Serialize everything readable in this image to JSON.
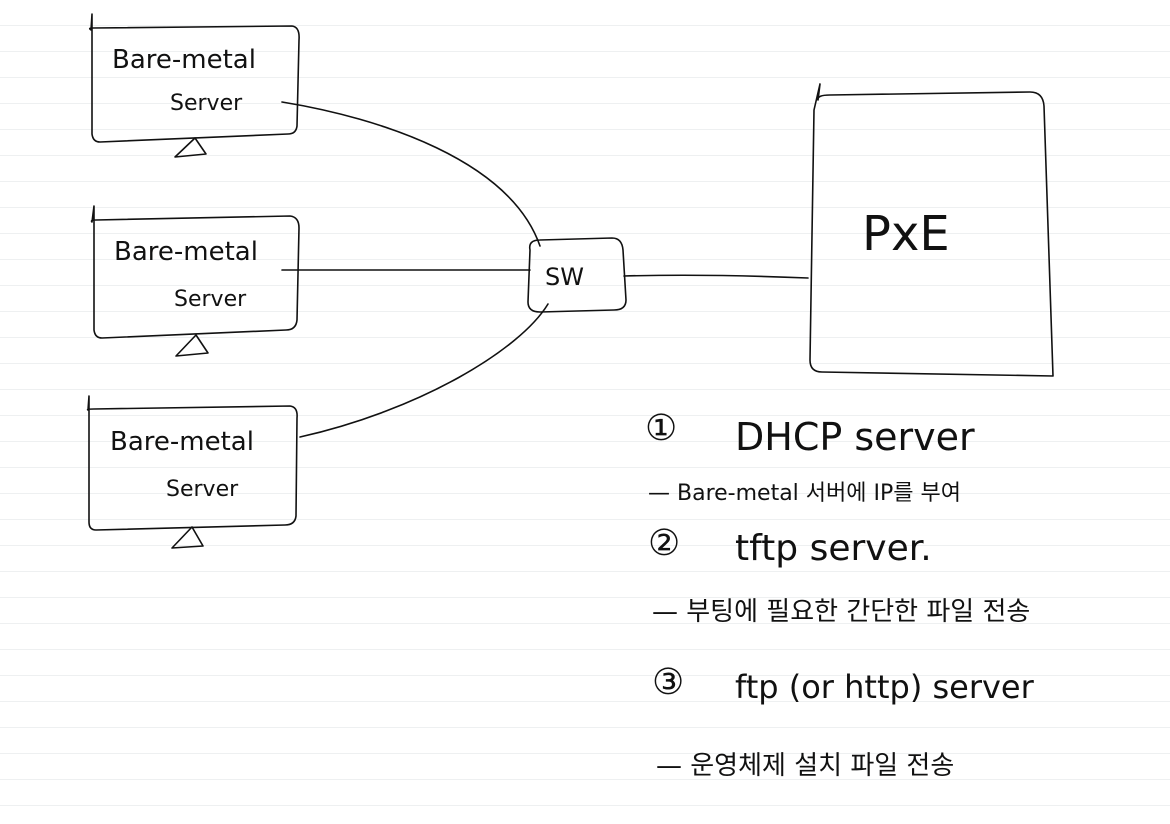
{
  "servers": [
    {
      "line1": "Bare-metal",
      "line2": "Server"
    },
    {
      "line1": "Bare-metal",
      "line2": "Server"
    },
    {
      "line1": "Bare-metal",
      "line2": "Server"
    }
  ],
  "switch": {
    "label": "SW"
  },
  "pxe": {
    "label": "PxE"
  },
  "notes": [
    {
      "marker": "①",
      "title": "DHCP server",
      "desc": "— Bare-metal 서버에 IP를 부여"
    },
    {
      "marker": "②",
      "title": "tftp server.",
      "desc": "— 부팅에 필요한 간단한 파일 전송"
    },
    {
      "marker": "③",
      "title": "ftp (or http) server",
      "desc": "— 운영체제 설치 파일 전송"
    }
  ]
}
